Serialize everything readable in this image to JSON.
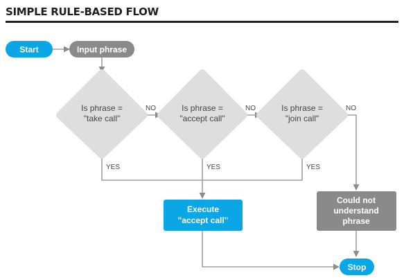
{
  "header": {
    "title": "SIMPLE RULE-BASED FLOW"
  },
  "colors": {
    "accent": "#0aa6e6",
    "process_gray": "#8a8a8a",
    "decision_fill": "#dedede",
    "connector": "#8c8c8c",
    "title_text": "#1e1e1e"
  },
  "nodes": {
    "start": "Start",
    "input": "Input phrase",
    "decision1": [
      "Is phrase =",
      "\"take call\""
    ],
    "decision2": [
      "Is phrase =",
      "\"accept call\""
    ],
    "decision3": [
      "Is phrase =",
      "\"join call\""
    ],
    "execute": [
      "Execute",
      "\"accept call\""
    ],
    "not_understood": [
      "Could not",
      "understand",
      "phrase"
    ],
    "stop": "Stop"
  },
  "edge_labels": {
    "no1": "NO",
    "no2": "NO",
    "no3": "NO",
    "yes1": "YES",
    "yes2": "YES",
    "yes3": "YES"
  }
}
